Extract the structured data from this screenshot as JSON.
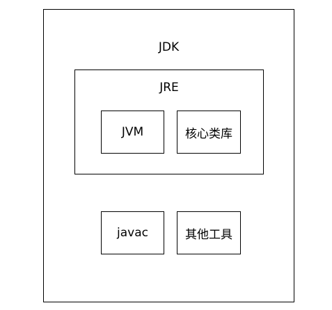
{
  "jdk": {
    "label": "JDK"
  },
  "jre": {
    "label": "JRE"
  },
  "jre_components": [
    "JVM",
    "核心类库"
  ],
  "jdk_tools": [
    "javac",
    "其他工具"
  ],
  "colors": {
    "stroke": "#000000",
    "background": "#ffffff"
  }
}
